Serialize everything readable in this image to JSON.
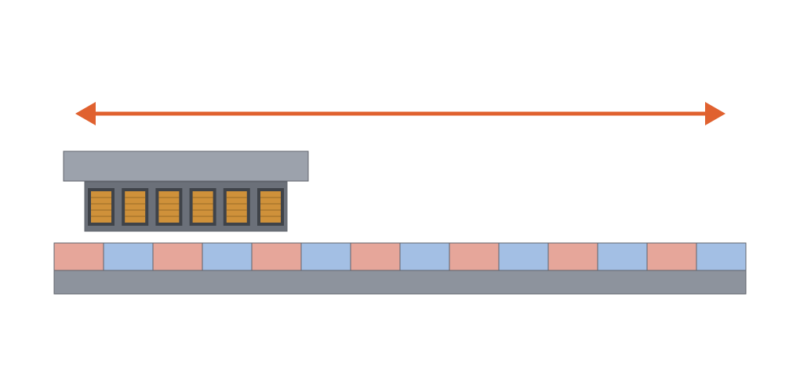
{
  "diagram": {
    "type": "linear-motor-schematic",
    "motion_arrow": {
      "direction": "bidirectional",
      "color": "#e0612f"
    },
    "carriage": {
      "color": "#9ca2ac",
      "stroke": "#5f636b"
    },
    "mover": {
      "housing_color": "#6b7079",
      "coil_count": 6,
      "coil_color": "#cf913a",
      "coil_frame_color": "#3f4349",
      "coil_line_color": "#9a6a27"
    },
    "stator": {
      "magnet_count": 14,
      "magnet_colors": [
        "#e6a69a",
        "#a3bfe4"
      ],
      "base_color": "#8d939d",
      "stroke": "#5f636b"
    }
  }
}
